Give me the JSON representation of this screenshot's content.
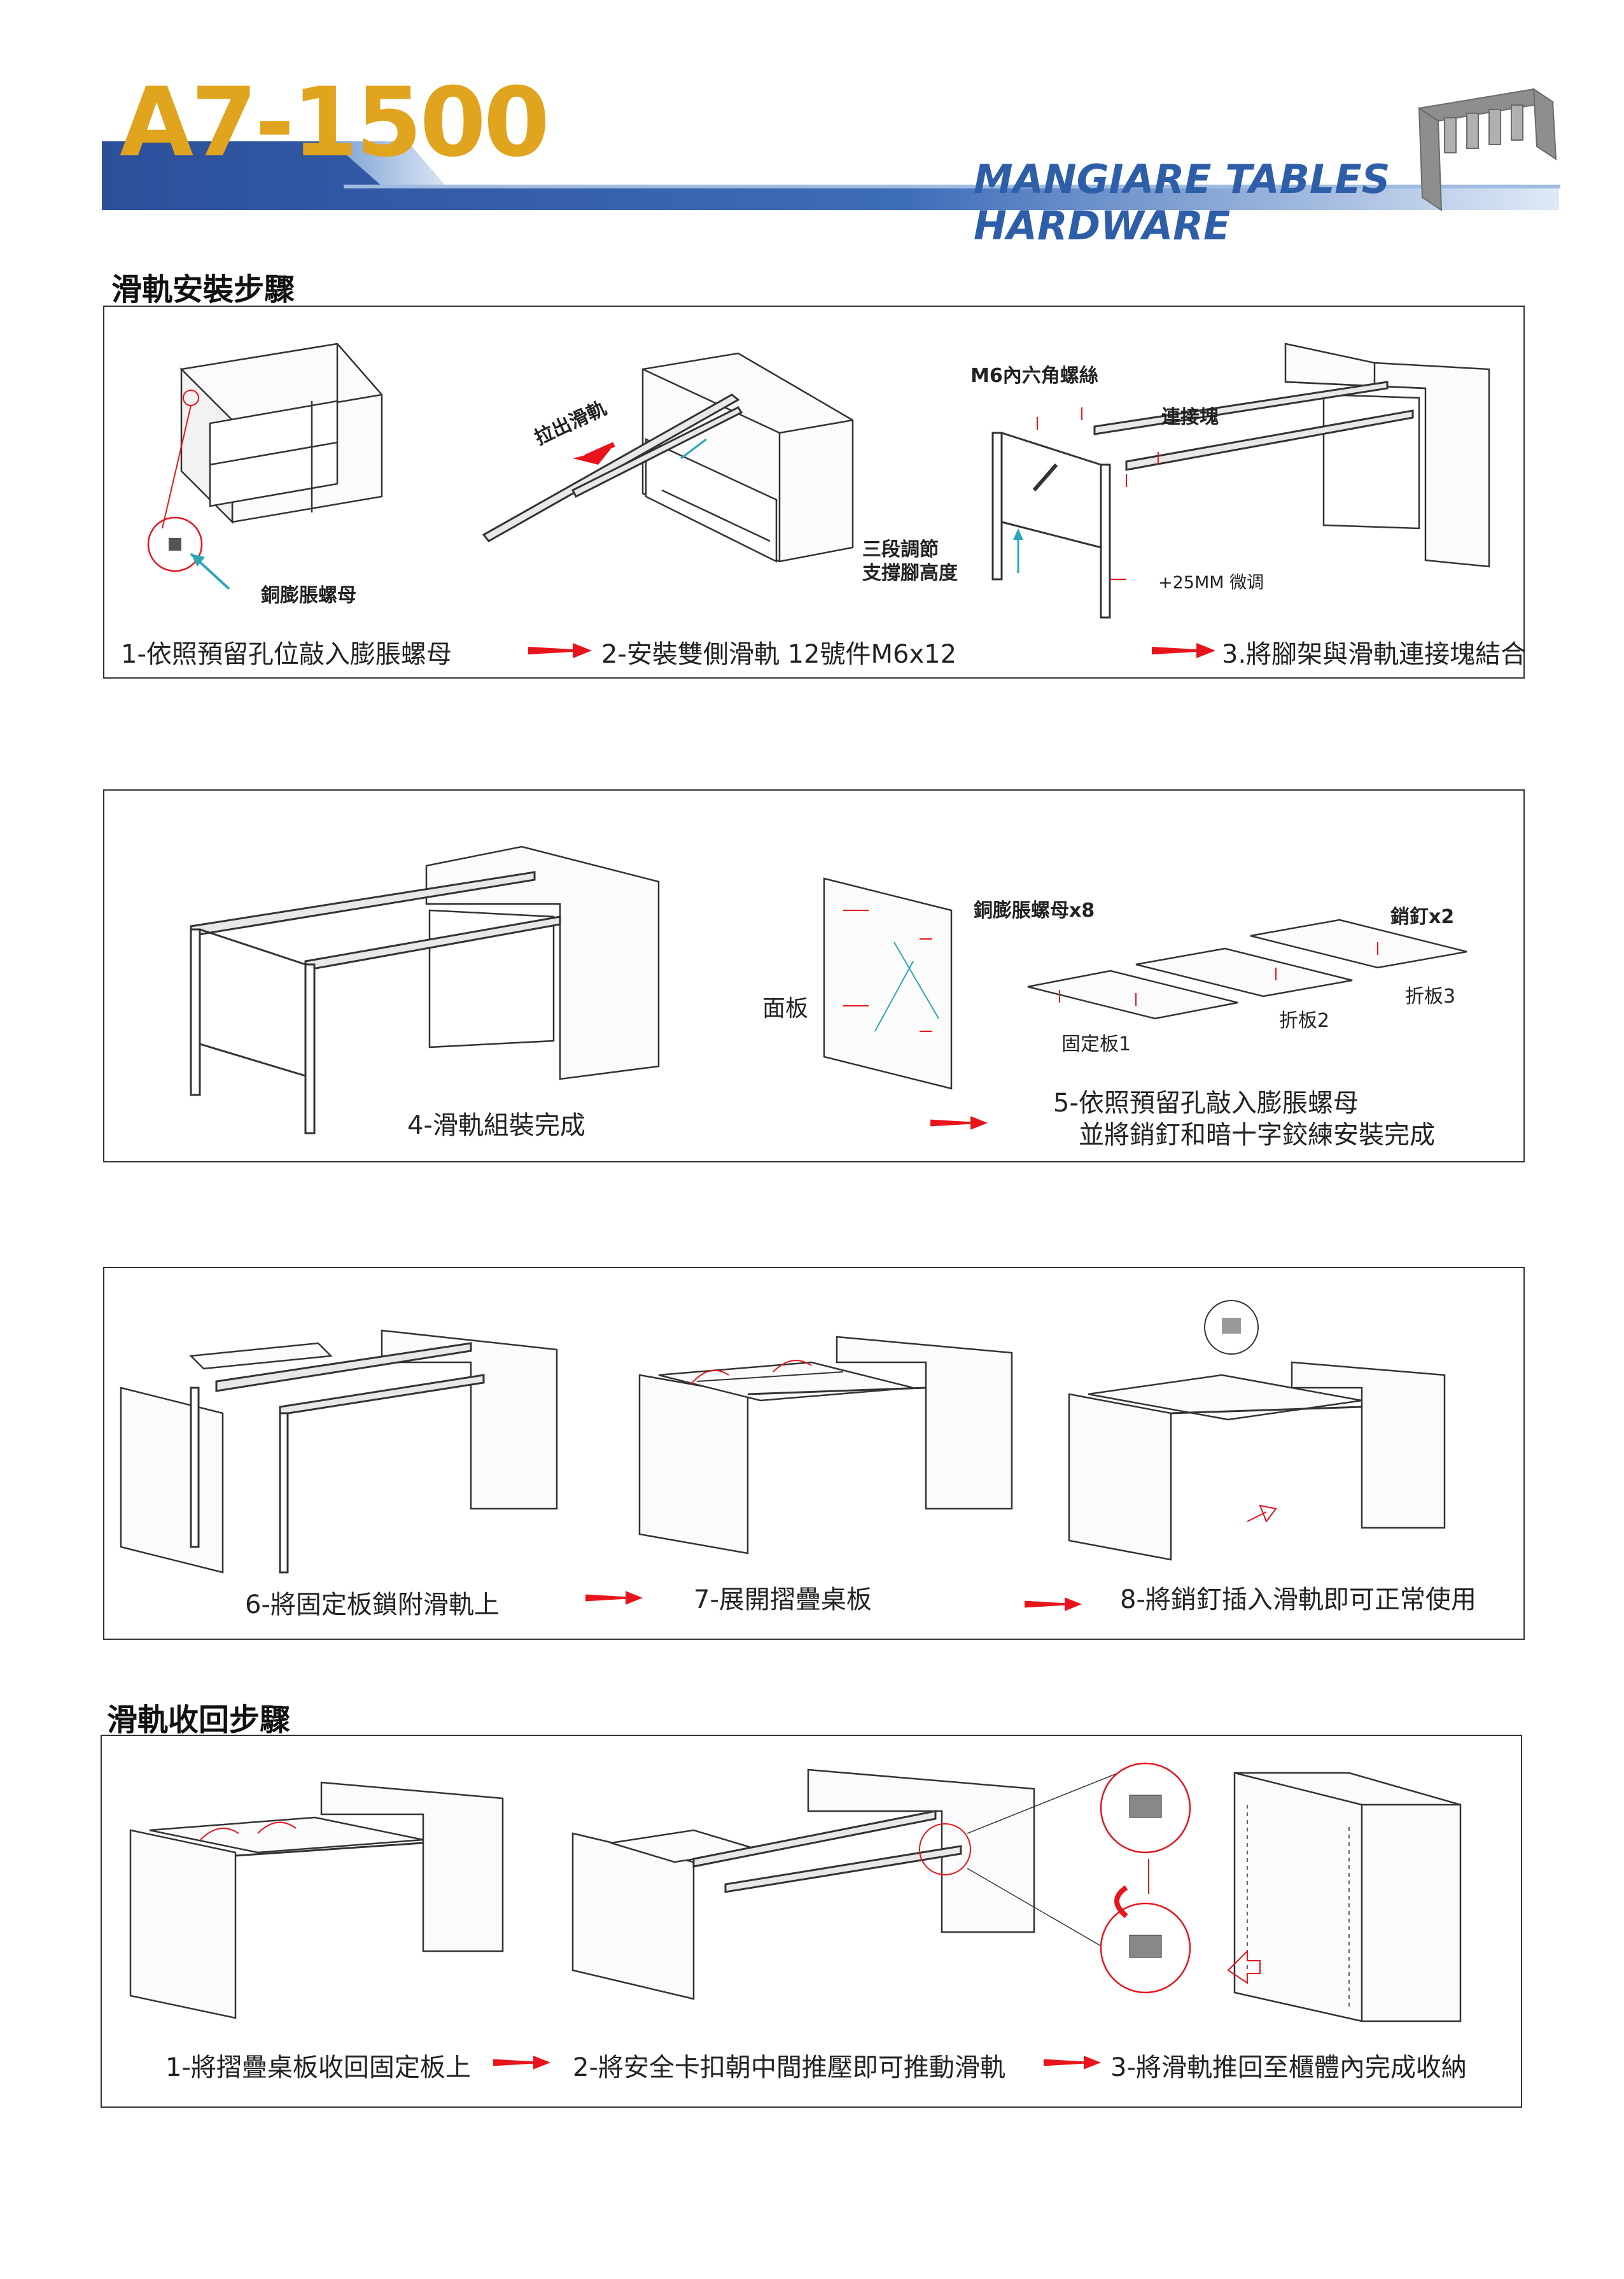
{
  "header": {
    "model": "A7-1500",
    "brand": "MANGIARE TABLES HARDWARE",
    "brand_color": "#2e5ea8",
    "model_color": "#e0a41e"
  },
  "install_section": {
    "title": "滑軌安裝步驟"
  },
  "panel1": {
    "labels": {
      "nut": "銅膨脹螺母",
      "pull": "拉出滑軌",
      "screw": "M6內六角螺絲",
      "connector": "連接塊",
      "adjust_line1": "三段調節",
      "adjust_line2": "支撐腳高度",
      "fine": "+25MM 微调"
    },
    "steps": [
      "1-依照預留孔位敲入膨脹螺母",
      "2-安裝雙側滑軌 12號件M6x12",
      "3.將腳架與滑軌連接塊結合"
    ]
  },
  "panel2": {
    "labels": {
      "nut": "銅膨脹螺母x8",
      "pin": "銷釘x2",
      "face": "面板",
      "fold2": "折板2",
      "fold3": "折板3",
      "fixed": "固定板1"
    },
    "steps": [
      "4-滑軌組裝完成",
      "5-依照預留孔敲入膨脹螺母",
      "並將銷釘和暗十字鉸練安裝完成"
    ]
  },
  "panel3": {
    "steps": [
      "6-將固定板鎖附滑軌上",
      "7-展開摺疊桌板",
      "8-將銷釘插入滑軌即可正常使用"
    ]
  },
  "retract_section": {
    "title": "滑軌收回步驟"
  },
  "panel4": {
    "steps": [
      "1-將摺疊桌板收回固定板上",
      "2-將安全卡扣朝中間推壓即可推動滑軌",
      "3-將滑軌推回至櫃體內完成收納"
    ]
  },
  "colors": {
    "arrow_red": "#e8141c",
    "teal": "#2aa7b8",
    "line": "#333333"
  },
  "icons": [
    "frame-logo-icon",
    "red-arrow-icon",
    "magnifier-circle-icon",
    "push-arrow-icon"
  ]
}
